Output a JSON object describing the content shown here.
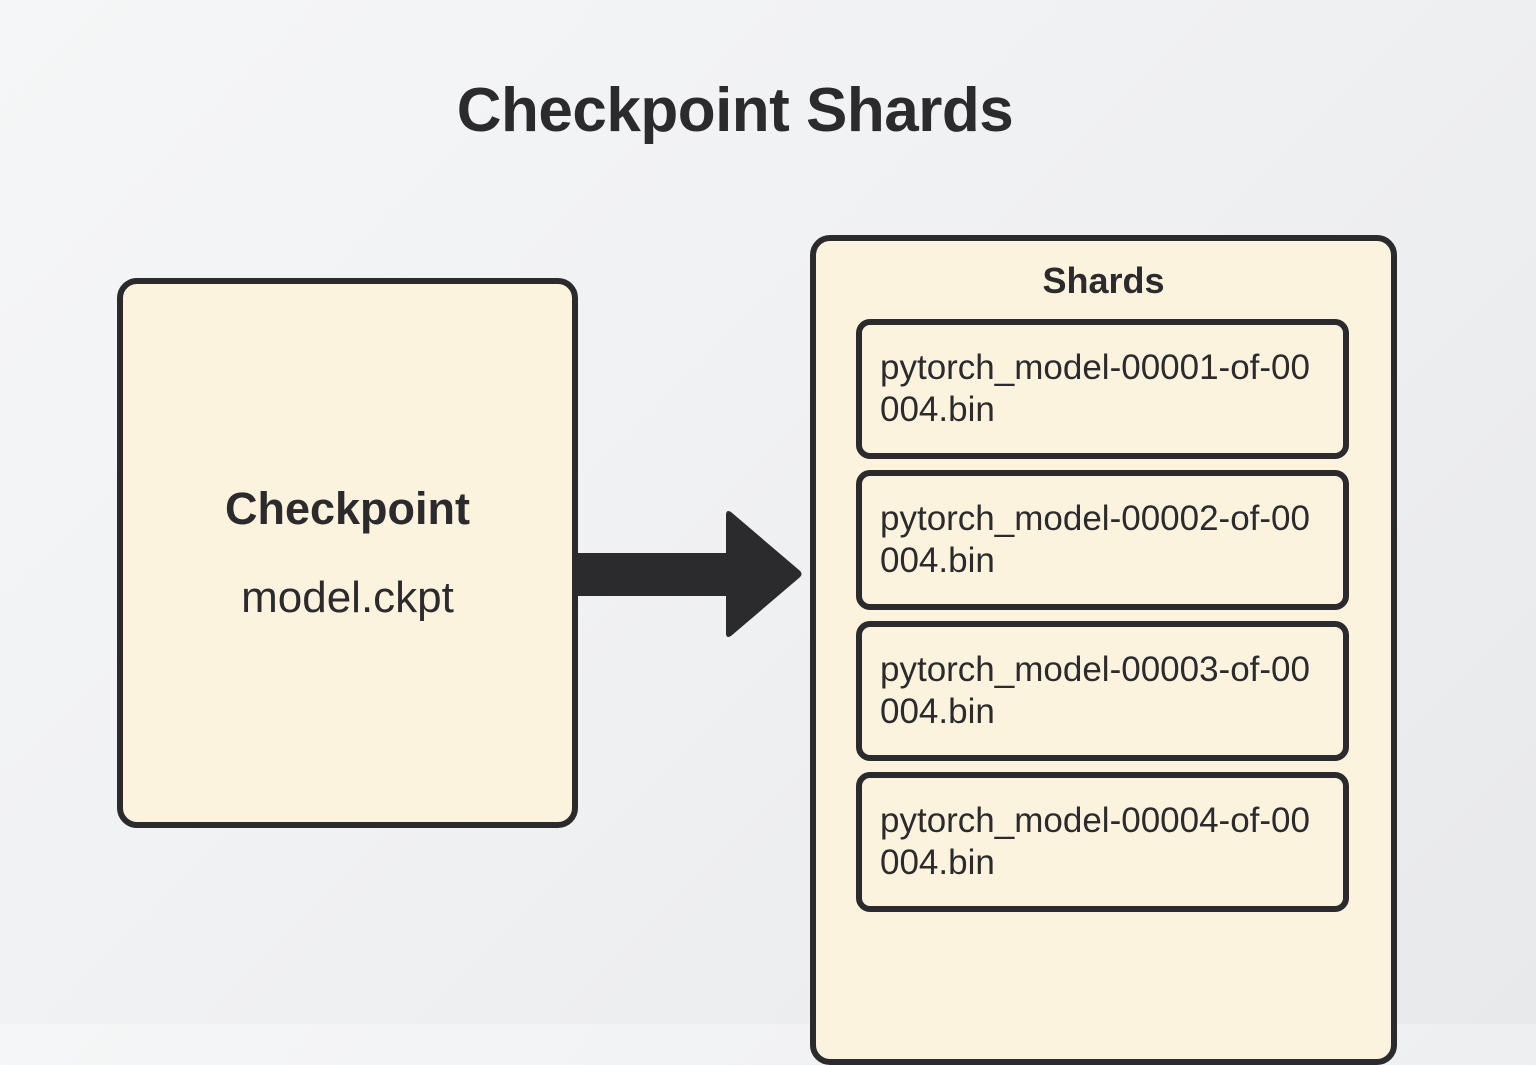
{
  "diagram": {
    "title": "Checkpoint Shards",
    "colors": {
      "background_light": "#F5F6F7",
      "background_dark": "#E8E9EB",
      "card_fill": "#FCF3DE",
      "stroke": "#2B2B2E",
      "text": "#2B2B2E"
    },
    "source": {
      "label": "Checkpoint",
      "filename": "model.ckpt"
    },
    "arrow": {
      "icon": "arrow-right-icon",
      "direction": "right"
    },
    "shards_panel": {
      "header": "Shards",
      "items": [
        {
          "filename": "pytorch_model-00001-of-00004.bin"
        },
        {
          "filename": "pytorch_model-00002-of-00004.bin"
        },
        {
          "filename": "pytorch_model-00003-of-00004.bin"
        },
        {
          "filename": "pytorch_model-00004-of-00004.bin"
        }
      ]
    }
  }
}
